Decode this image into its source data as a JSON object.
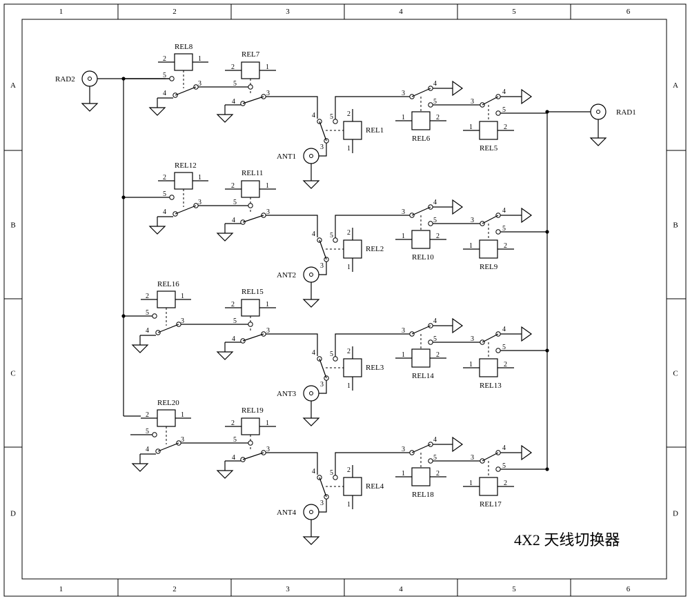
{
  "title": "4X2 天线切换器",
  "frame": {
    "columns": [
      "1",
      "2",
      "3",
      "4",
      "5",
      "6"
    ],
    "rows": [
      "A",
      "B",
      "C",
      "D"
    ]
  },
  "connectors": {
    "rad2": "RAD2",
    "rad1": "RAD1",
    "ant": [
      "ANT1",
      "ANT2",
      "ANT3",
      "ANT4"
    ]
  },
  "relays": {
    "left_a": [
      "REL8",
      "REL12",
      "REL16",
      "REL20"
    ],
    "left_b": [
      "REL7",
      "REL11",
      "REL15",
      "REL19"
    ],
    "center": [
      "REL1",
      "REL2",
      "REL3",
      "REL4"
    ],
    "right_a": [
      "REL6",
      "REL10",
      "REL14",
      "REL18"
    ],
    "right_b": [
      "REL5",
      "REL9",
      "REL13",
      "REL17"
    ]
  },
  "pins": {
    "p1": "1",
    "p2": "2",
    "p3": "3",
    "p4": "4",
    "p5": "5"
  }
}
